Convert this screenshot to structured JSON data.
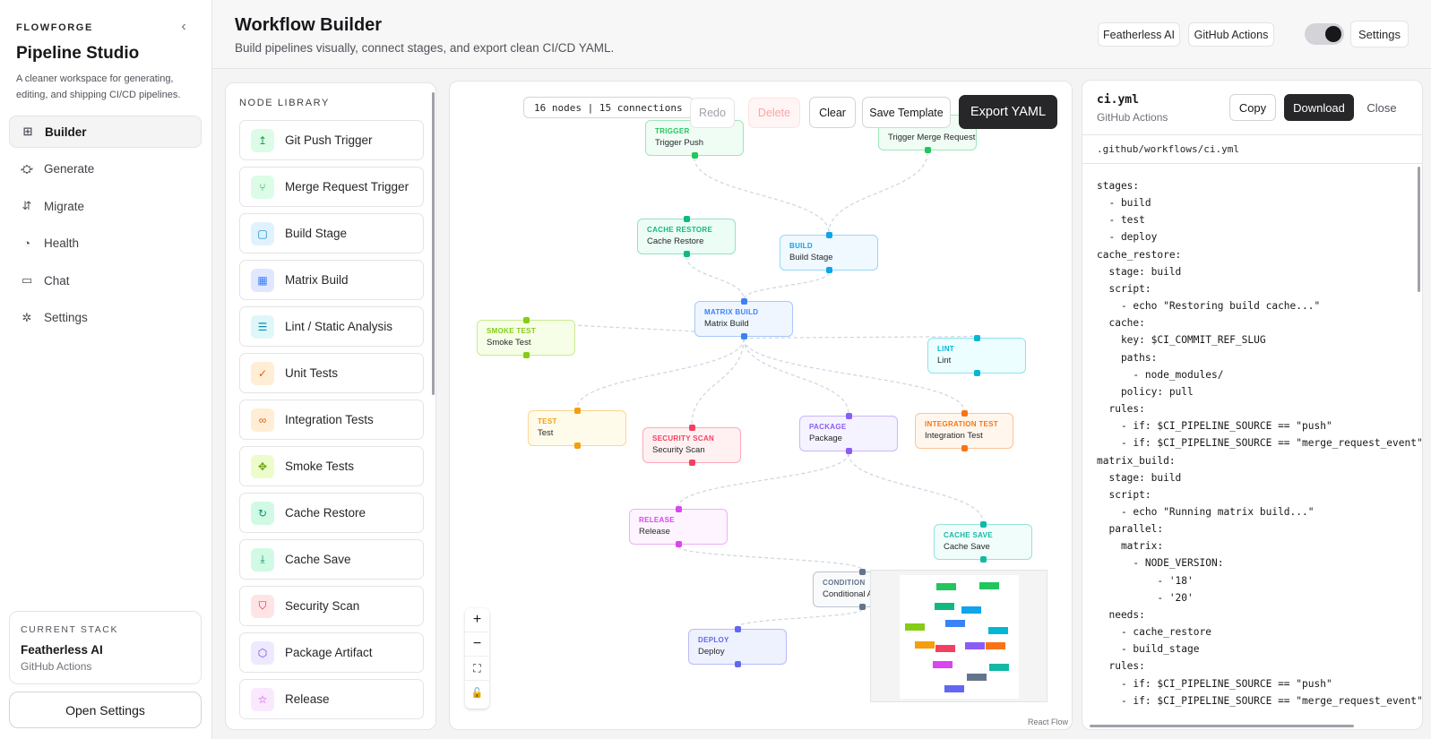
{
  "sidebar": {
    "kicker": "FLOWFORGE",
    "title": "Pipeline Studio",
    "subtitle": "A cleaner workspace for generating, editing, and shipping CI/CD pipelines.",
    "nav": [
      {
        "label": "Builder",
        "icon": "grid-plus-icon",
        "glyph": "⊞",
        "active": true
      },
      {
        "label": "Generate",
        "icon": "sparkle-icon",
        "glyph": "⛮"
      },
      {
        "label": "Migrate",
        "icon": "migrate-icon",
        "glyph": "⇵"
      },
      {
        "label": "Health",
        "icon": "health-icon",
        "glyph": "◔"
      },
      {
        "label": "Chat",
        "icon": "chat-icon",
        "glyph": "▭"
      },
      {
        "label": "Settings",
        "icon": "gear-icon",
        "glyph": "✲"
      }
    ],
    "stack": {
      "kicker": "CURRENT STACK",
      "name": "Featherless AI",
      "provider": "GitHub Actions"
    },
    "open_settings": "Open Settings"
  },
  "header": {
    "title": "Workflow Builder",
    "subtitle": "Build pipelines visually, connect stages, and export clean CI/CD YAML.",
    "buttons": {
      "ai": "Featherless AI",
      "provider": "GitHub Actions",
      "settings": "Settings"
    },
    "toggle_on": true
  },
  "library": {
    "title": "NODE LIBRARY",
    "items": [
      {
        "label": "Git Push Trigger",
        "glyph": "↥",
        "bg": "#dcfce7",
        "fg": "#16a34a"
      },
      {
        "label": "Merge Request Trigger",
        "glyph": "⑂",
        "bg": "#dcfce7",
        "fg": "#16a34a"
      },
      {
        "label": "Build Stage",
        "glyph": "▢",
        "bg": "#e0f2fe",
        "fg": "#0284c7"
      },
      {
        "label": "Matrix Build",
        "glyph": "▦",
        "bg": "#e0e7ff",
        "fg": "#3b82f6"
      },
      {
        "label": "Lint / Static Analysis",
        "glyph": "☰",
        "bg": "#e0f7fa",
        "fg": "#0891b2"
      },
      {
        "label": "Unit Tests",
        "glyph": "✓",
        "bg": "#ffedd5",
        "fg": "#ea580c"
      },
      {
        "label": "Integration Tests",
        "glyph": "∞",
        "bg": "#ffedd5",
        "fg": "#ea580c"
      },
      {
        "label": "Smoke Tests",
        "glyph": "✥",
        "bg": "#ecfccb",
        "fg": "#65a30d"
      },
      {
        "label": "Cache Restore",
        "glyph": "↻",
        "bg": "#d1fae5",
        "fg": "#059669"
      },
      {
        "label": "Cache Save",
        "glyph": "⤓",
        "bg": "#d1fae5",
        "fg": "#059669"
      },
      {
        "label": "Security Scan",
        "glyph": "⛉",
        "bg": "#ffe4e6",
        "fg": "#e11d48"
      },
      {
        "label": "Package Artifact",
        "glyph": "⬡",
        "bg": "#ede9fe",
        "fg": "#7c3aed"
      },
      {
        "label": "Release",
        "glyph": "☆",
        "bg": "#fae8ff",
        "fg": "#c026d3"
      }
    ]
  },
  "canvas": {
    "counter": "16 nodes | 15 connections",
    "toolbar": {
      "redo": "Redo",
      "delete": "Delete",
      "clear": "Clear",
      "save_template": "Save Template",
      "export": "Export YAML"
    },
    "zoom": {
      "in": "+",
      "out": "−",
      "fit": "⛶",
      "lock": "🔓"
    },
    "attribution": "React Flow",
    "nodes": [
      {
        "id": "trigger_push",
        "kind": "TRIGGER",
        "label": "Trigger Push",
        "color": "#22c55e",
        "bg": "#f0fdf4"
      },
      {
        "id": "trigger_mr",
        "kind": "TRIGGER",
        "label": "Trigger Merge Request",
        "color": "#22c55e",
        "bg": "#f0fdf4"
      },
      {
        "id": "cache_restore",
        "kind": "CACHE RESTORE",
        "label": "Cache Restore",
        "color": "#10b981",
        "bg": "#ecfdf5"
      },
      {
        "id": "build",
        "kind": "BUILD",
        "label": "Build Stage",
        "color": "#0ea5e9",
        "bg": "#f0f9ff"
      },
      {
        "id": "matrix",
        "kind": "MATRIX BUILD",
        "label": "Matrix Build",
        "color": "#3b82f6",
        "bg": "#eff6ff"
      },
      {
        "id": "smoke",
        "kind": "SMOKE TEST",
        "label": "Smoke Test",
        "color": "#84cc16",
        "bg": "#f7fee7"
      },
      {
        "id": "lint",
        "kind": "LINT",
        "label": "Lint",
        "color": "#06b6d4",
        "bg": "#ecfeff"
      },
      {
        "id": "test",
        "kind": "TEST",
        "label": "Test",
        "color": "#f59e0b",
        "bg": "#fffbeb"
      },
      {
        "id": "security",
        "kind": "SECURITY SCAN",
        "label": "Security Scan",
        "color": "#f43f5e",
        "bg": "#fff1f2"
      },
      {
        "id": "package",
        "kind": "PACKAGE",
        "label": "Package",
        "color": "#8b5cf6",
        "bg": "#f5f3ff"
      },
      {
        "id": "integration",
        "kind": "INTEGRATION TEST",
        "label": "Integration Test",
        "color": "#f97316",
        "bg": "#fff7ed"
      },
      {
        "id": "release",
        "kind": "RELEASE",
        "label": "Release",
        "color": "#d946ef",
        "bg": "#fdf4ff"
      },
      {
        "id": "cache_save",
        "kind": "CACHE SAVE",
        "label": "Cache Save",
        "color": "#14b8a6",
        "bg": "#f0fdfa"
      },
      {
        "id": "condition",
        "kind": "CONDITION",
        "label": "Conditional A",
        "color": "#64748b",
        "bg": "#f8fafc"
      },
      {
        "id": "deploy",
        "kind": "DEPLOY",
        "label": "Deploy",
        "color": "#6366f1",
        "bg": "#eef2ff"
      }
    ]
  },
  "yaml": {
    "file": "ci.yml",
    "provider": "GitHub Actions",
    "buttons": {
      "copy": "Copy",
      "download": "Download",
      "close": "Close"
    },
    "path": ".github/workflows/ci.yml",
    "code": "stages:\n  - build\n  - test\n  - deploy\ncache_restore:\n  stage: build\n  script:\n    - echo \"Restoring build cache...\"\n  cache:\n    key: $CI_COMMIT_REF_SLUG\n    paths:\n      - node_modules/\n    policy: pull\n  rules:\n    - if: $CI_PIPELINE_SOURCE == \"push\"\n    - if: $CI_PIPELINE_SOURCE == \"merge_request_event\"\nmatrix_build:\n  stage: build\n  script:\n    - echo \"Running matrix build...\"\n  parallel:\n    matrix:\n      - NODE_VERSION:\n          - '18'\n          - '20'\n  needs:\n    - cache_restore\n    - build_stage\n  rules:\n    - if: $CI_PIPELINE_SOURCE == \"push\"\n    - if: $CI_PIPELINE_SOURCE == \"merge_request_event\""
  }
}
